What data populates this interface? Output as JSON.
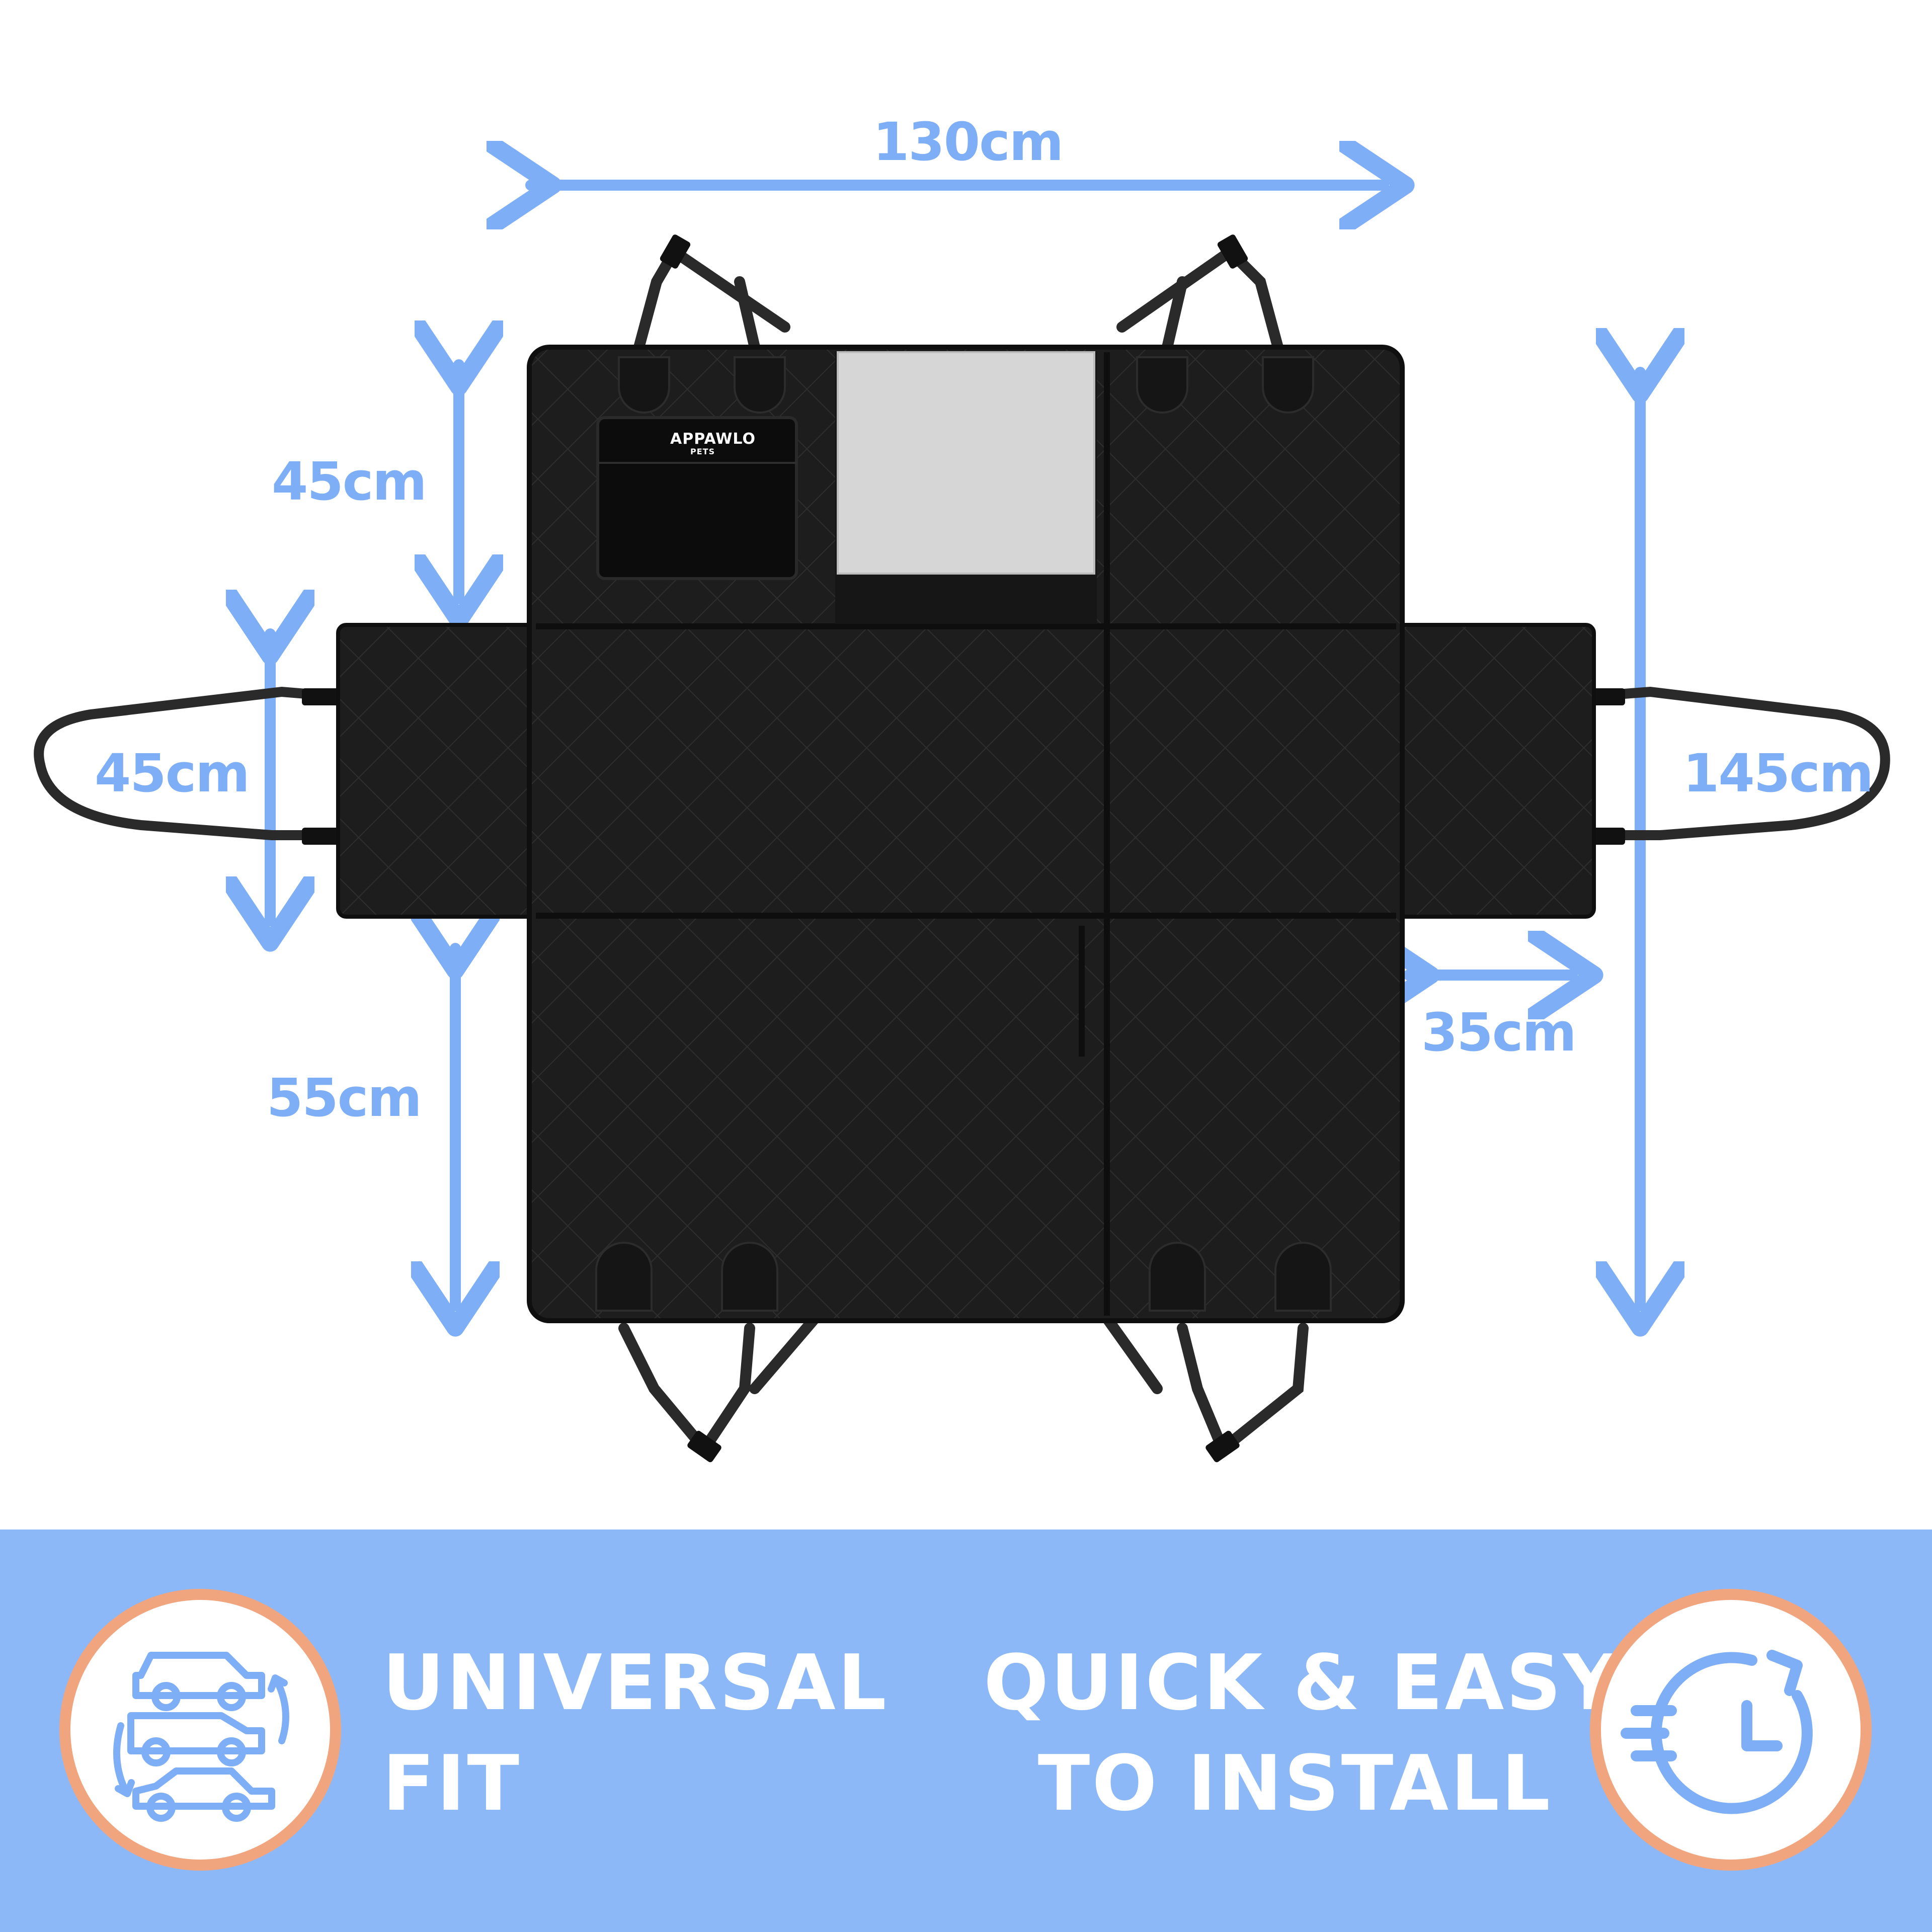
{
  "dimensions": {
    "width": "130cm",
    "left_top_height": "45cm",
    "flap_height": "45cm",
    "left_bottom_height": "55cm",
    "total_height": "145cm",
    "flap_width": "35cm"
  },
  "product": {
    "pocket_logo": "APPAWLO",
    "pocket_logo_sub": "PETS"
  },
  "features": [
    {
      "line1": "UNIVERSAL",
      "line2": "FIT",
      "icon": "cars-icon"
    },
    {
      "line1": "QUICK & EASY",
      "line2": "TO INSTALL",
      "icon": "clock-icon"
    }
  ],
  "colors": {
    "accent_blue": "#7eaef6",
    "banner_blue": "#8cb8f8",
    "ring_orange": "#f0a57f",
    "mat_black": "#1c1c1c"
  }
}
